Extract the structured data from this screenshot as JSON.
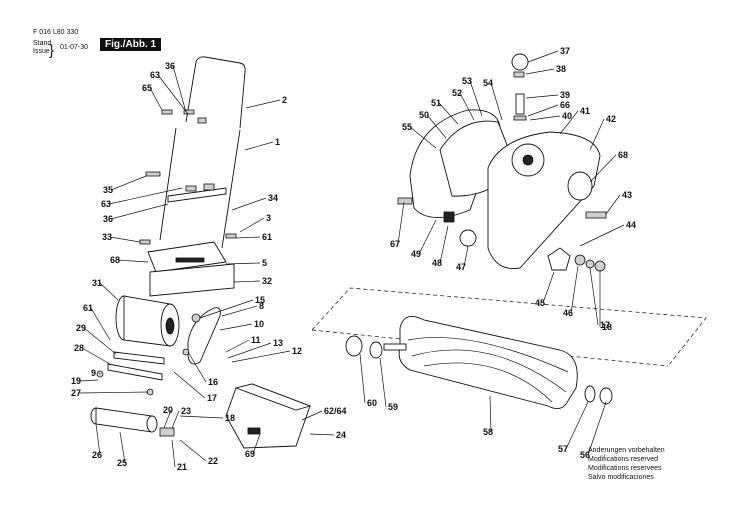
{
  "header": {
    "part_number": "F 016 L80 330",
    "stand_label": "Stand",
    "issue_label": "Issue",
    "date": "01-07-30",
    "figure_label": "Fig./Abb. 1"
  },
  "notes": [
    "Änderungen vorbehalten",
    "Modifications reserved",
    "Modifications reservees",
    "Salvo modificaciones"
  ],
  "callouts": [
    "1",
    "2",
    "3",
    "5",
    "8",
    "9",
    "10",
    "11",
    "12",
    "13",
    "15",
    "16",
    "17",
    "17",
    "18",
    "18",
    "19",
    "20",
    "21",
    "22",
    "23",
    "24",
    "25",
    "26",
    "27",
    "28",
    "29",
    "31",
    "32",
    "33",
    "34",
    "35",
    "36",
    "36",
    "37",
    "38",
    "39",
    "40",
    "41",
    "42",
    "43",
    "44",
    "45",
    "46",
    "47",
    "48",
    "49",
    "50",
    "51",
    "52",
    "53",
    "54",
    "55",
    "56",
    "57",
    "58",
    "59",
    "60",
    "61",
    "61",
    "62/64",
    "63",
    "63",
    "65",
    "66",
    "67",
    "68",
    "68",
    "69"
  ]
}
